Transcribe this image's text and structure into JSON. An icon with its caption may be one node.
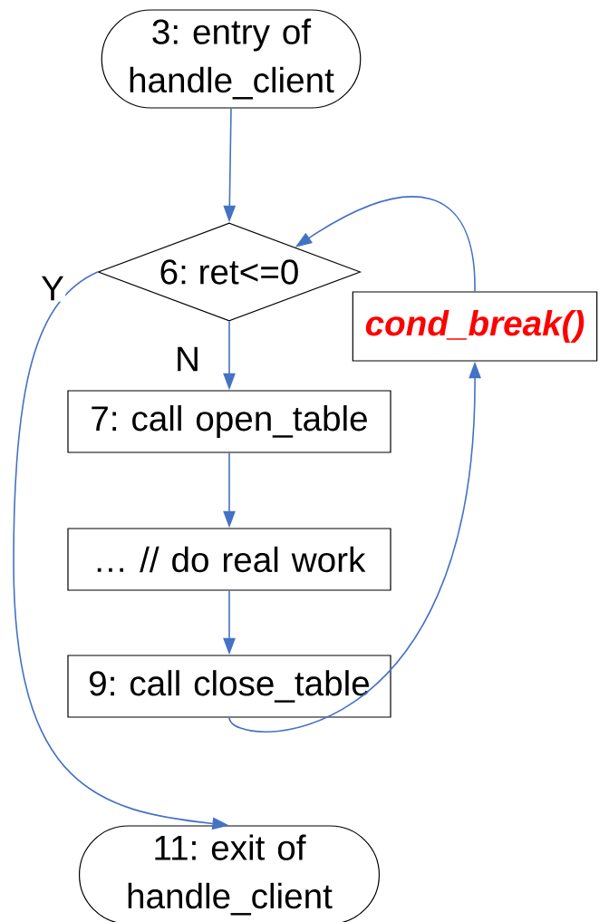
{
  "diagram": {
    "nodes": [
      {
        "text": [
          "3: entry of handle_client"
        ]
      },
      {
        "text": [
          "6: ret<=0"
        ]
      },
      {
        "text": [
          "7: call open_table"
        ]
      },
      {
        "text": [
          "… // do real work"
        ]
      },
      {
        "text": [
          "9: call close_table"
        ]
      },
      {
        "text": [
          "cond_break()"
        ]
      },
      {
        "text": [
          "11: exit of handle_client"
        ]
      }
    ],
    "edges": [
      {
        "from": 0,
        "to": 1,
        "arrow": "to"
      },
      {
        "from": 1,
        "to": 2,
        "arrow": "to",
        "label": "N"
      },
      {
        "from": 2,
        "to": 3,
        "arrow": "to"
      },
      {
        "from": 3,
        "to": 4,
        "arrow": "to"
      },
      {
        "from": 4,
        "to": 5,
        "arrow": "to"
      },
      {
        "from": 5,
        "to": 1,
        "arrow": "to"
      },
      {
        "from": 1,
        "to": 6,
        "arrow": "to",
        "label": "Y"
      }
    ]
  }
}
